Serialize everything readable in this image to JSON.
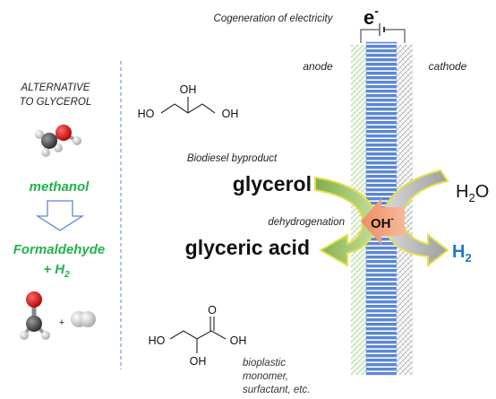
{
  "left_panel": {
    "alt_line1": "ALTERNATIVE",
    "alt_line2": "TO GLYCEROL",
    "methanol_label": "methanol",
    "formaldehyde_line1": "Formaldehyde",
    "formaldehyde_line2": "+ H",
    "formaldehyde_sub": "2",
    "plus_sign": "+"
  },
  "glycerol_structure": {
    "oh_top": "OH",
    "ho_left": "HO",
    "oh_right": "OH"
  },
  "glyceric_structure": {
    "ho_left": "HO",
    "oh_bottom": "OH",
    "oh_right": "OH",
    "o_top": "O"
  },
  "labels": {
    "biodiesel": "Biodiesel byproduct",
    "glycerol": "glycerol",
    "dehydrogenation": "dehydrogenation",
    "glyceric_acid": "glyceric acid",
    "bioplastic_1": "bioplastic",
    "bioplastic_2": "monomer,",
    "bioplastic_3": "surfactant, etc."
  },
  "cell": {
    "cogeneration": "Cogeneration of electricity",
    "electron": "e",
    "electron_sup": "-",
    "anode": "anode",
    "cathode": "cathode",
    "hydroxide": "OH",
    "hydroxide_sup": "-",
    "water": "H",
    "water_sub": "2",
    "water_tail": "O",
    "hydrogen": "H",
    "hydrogen_sub": "2"
  },
  "colors": {
    "green_text": "#22b14c",
    "blue_text": "#1f78c8",
    "membrane_blue": "#5b87d6",
    "arrow_green": "#9fc86b",
    "arrow_yellow_edge": "#e6e04a",
    "arrow_grey": "#b4b4b4",
    "arrow_orange": "#f2a07a"
  }
}
